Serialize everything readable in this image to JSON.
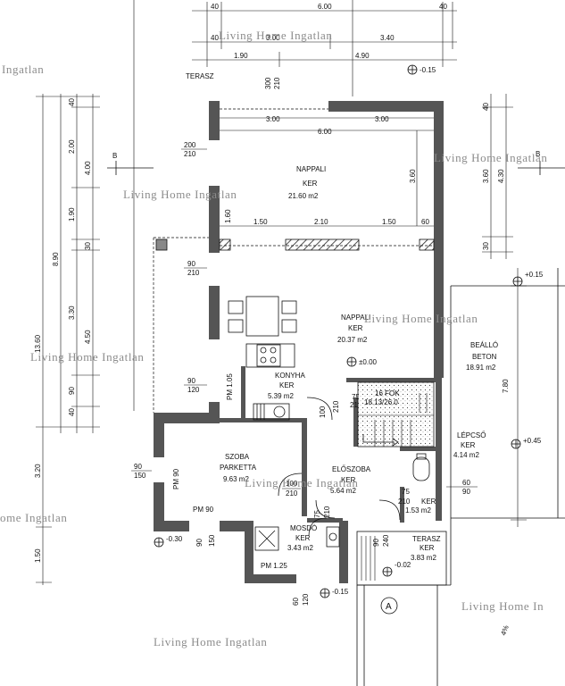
{
  "watermark": "Living Home Ingatlan",
  "watermark_partial_left": "Ingatlan",
  "watermark_partial_left2": "ome Ingatlan",
  "watermark_partial_right": "Living Home In",
  "rooms": {
    "nappali_top": {
      "name": "NAPPALI",
      "floor": "KER",
      "area": "21.60 m2"
    },
    "nappali_mid": {
      "name": "NAPPALI",
      "floor": "KER",
      "area": "20.37 m2"
    },
    "konyha": {
      "name": "KONYHA",
      "floor": "KER",
      "area": "5.39 m2"
    },
    "szoba": {
      "name": "SZOBA",
      "floor": "PARKETTA",
      "area": "9.63 m2"
    },
    "eloszoba": {
      "name": "ELŐSZOBA",
      "floor": "KER",
      "area": "5.64 m2"
    },
    "mosdo": {
      "name": "MOSDÓ",
      "floor": "KER",
      "area": "3.43 m2"
    },
    "beallo": {
      "name": "BEÁLLÓ",
      "floor": "BETON",
      "area": "18.91 m2"
    },
    "lepcso": {
      "name": "LÉPCSŐ",
      "floor": "KER",
      "area": "4.14 m2"
    },
    "terasz_bottom": {
      "name": "TERASZ",
      "floor": "KER",
      "area": "3.83 m2"
    },
    "wc": {
      "area": "1.53 m2"
    },
    "terasz_top": "TERASZ"
  },
  "stairs": {
    "label": "16 FOK",
    "spec": "18.13/26.0"
  },
  "levels": {
    "terrace_top": "-0.15",
    "living": "±0.00",
    "carport_top": "+0.15",
    "carport_mid": "+0.45",
    "left": "-0.30",
    "entry": "-0.15",
    "terasz": "-0.02"
  },
  "section_marks": {
    "b_left": "B",
    "b_right": "B",
    "axis": "A"
  },
  "slope": "4%",
  "dims_top": {
    "r1": [
      "40",
      "6.00",
      "40"
    ],
    "r2": [
      "40",
      "3.00",
      "3.40"
    ],
    "r3": [
      "1.90",
      "4.90"
    ],
    "inner": [
      "3.00",
      "3.00",
      "6.00"
    ],
    "window": [
      "1.50",
      "2.10",
      "1.50",
      "60"
    ]
  },
  "dims_left_outer": [
    "13.60",
    "3.20",
    "1.50"
  ],
  "dims_left_mid": [
    "8.90"
  ],
  "dims_left_col2": [
    "40",
    "2.00",
    "1.90",
    "3.30",
    "90",
    "40"
  ],
  "dims_left_col3": [
    "4.00",
    "30",
    "4.50"
  ],
  "dims_right": [
    "40",
    "3.60",
    "4.30",
    "30",
    "7.80"
  ],
  "openings": {
    "top_left_door": [
      "300",
      "210"
    ],
    "left_window": [
      "200",
      "210"
    ],
    "win_160": "1.60",
    "left_door": [
      "90",
      "210"
    ],
    "kitchen_win": [
      "90",
      "120"
    ],
    "pm105": "PM 1.05",
    "szoba_win": [
      "90",
      "150"
    ],
    "pm90_side": "PM 90",
    "pm90_bottom": "PM 90",
    "szoba_bottom": [
      "90",
      "150"
    ],
    "mosdo_door": [
      "75",
      "210"
    ],
    "eloszoba_door": [
      "100",
      "210"
    ],
    "stair_door": [
      "100",
      "210"
    ],
    "stair_side": [
      "75",
      "210"
    ],
    "pm125": "PM 1.25",
    "entry_door": [
      "60",
      "120"
    ],
    "wc_door": [
      "75",
      "210"
    ],
    "right_win": [
      "60",
      "90"
    ],
    "terasz_dims": [
      "90",
      "240"
    ]
  }
}
